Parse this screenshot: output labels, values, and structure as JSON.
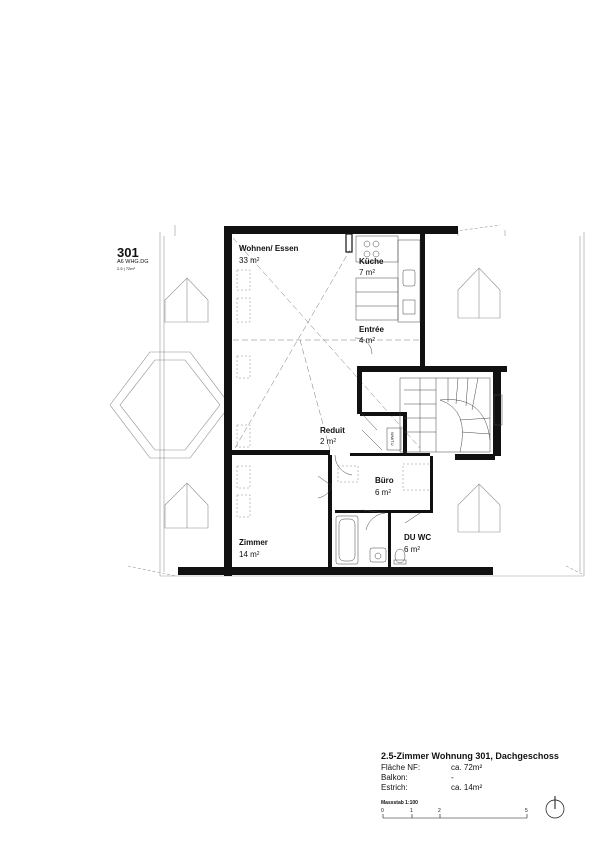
{
  "unit": {
    "number": "301",
    "code": "A6 WHG.DG",
    "small": "2.5 | 72m²"
  },
  "rooms": {
    "wohnen": {
      "label": "Wohnen/ Essen",
      "area": "33 m",
      "sup": "2"
    },
    "kueche": {
      "label": "Küche",
      "area": "7 m",
      "sup": "2"
    },
    "entree": {
      "label": "Entrée",
      "area": "4 m",
      "sup": "2"
    },
    "reduit": {
      "label": "Reduit",
      "area": "2 m",
      "sup": "2"
    },
    "buero": {
      "label": "Büro",
      "area": "6 m",
      "sup": "2"
    },
    "duwc": {
      "label": "DU WC",
      "area": "6 m",
      "sup": "2"
    },
    "zimmer": {
      "label": "Zimmer",
      "area": "14 m",
      "sup": "2"
    }
  },
  "fixtures": {
    "washer": "WM/TU"
  },
  "info": {
    "title": "2.5-Zimmer Wohnung 301, Dachgeschoss",
    "rows": [
      {
        "label": "Fläche NF:",
        "value": "ca. 72m²"
      },
      {
        "label": "Balkon:",
        "value": "-"
      },
      {
        "label": "Estrich:",
        "value": "ca. 14m²"
      }
    ],
    "scale": "Massstab 1:100",
    "ticks": [
      "0",
      "1",
      "2",
      "5"
    ]
  }
}
